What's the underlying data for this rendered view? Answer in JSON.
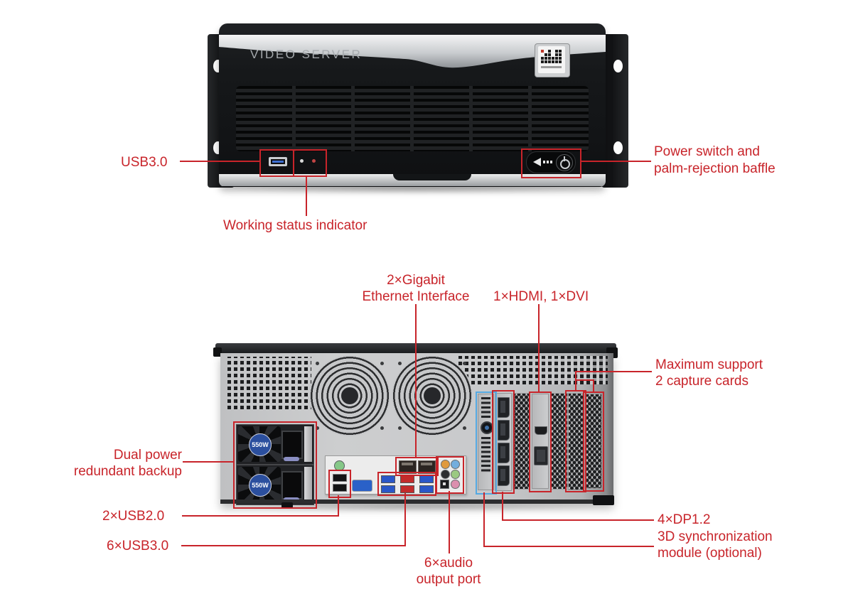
{
  "colors": {
    "annotation_red": "#c8242a",
    "highlight_blue": "#55a9e2",
    "usb3_port_blue": "#2a57c8",
    "psu_badge_blue": "#2b4f9e"
  },
  "front_view": {
    "title": "VIDEO SERVER",
    "labels": {
      "usb": "USB3.0",
      "status": "Working status indicator",
      "power_line1": "Power switch and",
      "power_line2": "palm-rejection baffle"
    }
  },
  "rear_view": {
    "psu_rating": "550W",
    "labels": {
      "eth_line1": "2×Gigabit",
      "eth_line2": "Ethernet Interface",
      "hdmi_dvi": "1×HDMI, 1×DVI",
      "capture_line1": "Maximum support",
      "capture_line2": "2 capture cards",
      "psu_line1": "Dual power",
      "psu_line2": "redundant backup",
      "usb2": "2×USB2.0",
      "usb3": "6×USB3.0",
      "audio_line1": "6×audio",
      "audio_line2": "output port",
      "dp": "4×DP1.2",
      "sync_line1": "3D synchronization",
      "sync_line2": "module (optional)"
    }
  }
}
